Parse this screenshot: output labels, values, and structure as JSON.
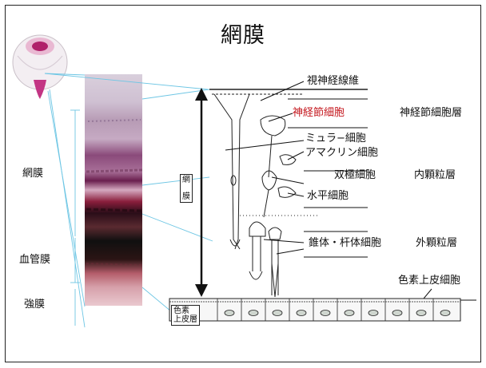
{
  "title": "網膜",
  "left_labels": {
    "retina": "網膜",
    "choroid": "血管膜",
    "sclera": "強膜"
  },
  "diagram": {
    "retina_bracket": [
      "網",
      "膜"
    ],
    "pigment_layer_box": [
      "色素",
      "上皮層"
    ]
  },
  "cell_labels": {
    "optic_fiber": "視神経線維",
    "ganglion_cell": "神経節細胞",
    "muller_cell": "ミュラ−細胞",
    "amacrine_cell": "アマクリン細胞",
    "bipolar_cell": "双極細胞",
    "horizontal_cell": "水平細胞",
    "cone_rod_cell": "錐体・杆体細胞",
    "pigment_epithelial_cell": "色素上皮細胞"
  },
  "layer_labels": {
    "ganglion_layer": "神経節細胞層",
    "inner_nuclear_layer": "内顆粒層",
    "outer_nuclear_layer": "外顆粒層"
  },
  "colors": {
    "ganglion_label": "#c4161c",
    "eye_icon": "#b0206a"
  }
}
